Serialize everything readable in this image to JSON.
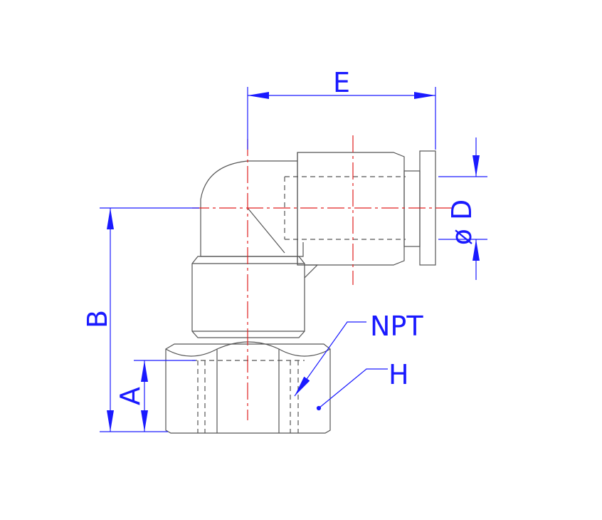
{
  "labels": {
    "e": "E",
    "b": "B",
    "a": "A",
    "d": "ø D",
    "npt": "NPT",
    "h": "H"
  },
  "colors": {
    "background": "#ffffff",
    "part_outline": "#555555",
    "centerline": "#e02020",
    "dimension": "#1a1aff"
  }
}
